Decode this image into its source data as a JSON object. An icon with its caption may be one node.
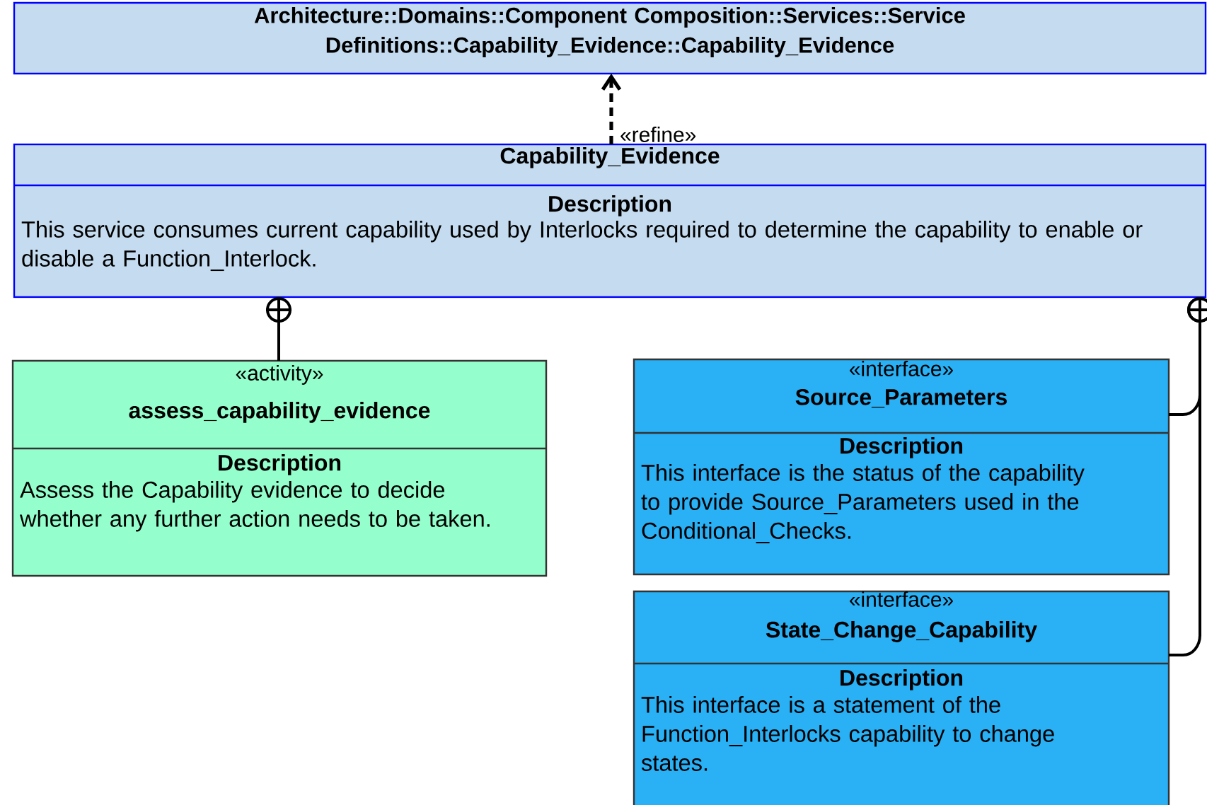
{
  "diagram": {
    "nodes": [
      {
        "text": [
          "Architecture::Domains::Component Composition::Services::Service Definitions::Capability_Evidence::Capability_Evidence"
        ]
      },
      {
        "text": [
          "Capability_Evidence",
          "Description",
          "This service consumes current capability used by Interlocks required to determine the capability to enable or disable a Function_Interlock."
        ]
      },
      {
        "text": [
          "«activity»",
          "assess_capability_evidence",
          "Description",
          "Assess the Capability evidence to decide whether any further action needs to be taken."
        ]
      },
      {
        "text": [
          "«interface»",
          "Source_Parameters",
          "Description",
          "This interface is the status of the capability to provide Source_Parameters used in the Conditional_Checks."
        ]
      },
      {
        "text": [
          "«interface»",
          "State_Change_Capability",
          "Description",
          "This interface is a statement of the Function_Interlocks capability to change states."
        ]
      }
    ],
    "edges": [
      {
        "from": 1,
        "to": 0,
        "arrow": "to",
        "style": "dashed",
        "label": "«refine»"
      },
      {
        "from": 2,
        "to": 1,
        "arrow": "other"
      },
      {
        "from": 3,
        "to": 1,
        "arrow": "other"
      },
      {
        "from": 4,
        "to": 1,
        "arrow": "other"
      }
    ]
  }
}
